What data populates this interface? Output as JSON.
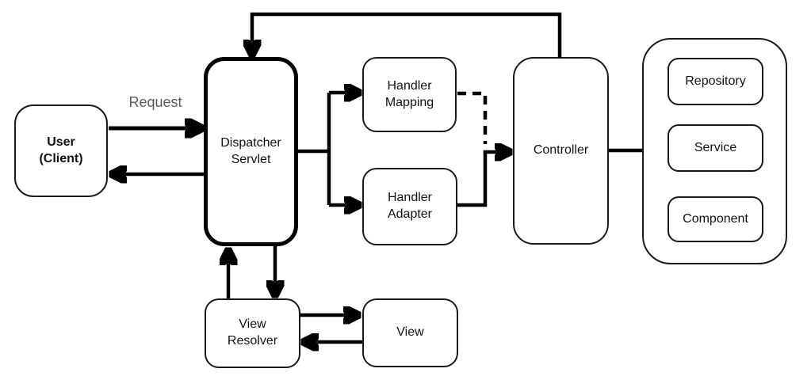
{
  "diagram": {
    "nodes": {
      "user": {
        "label": "User\n(Client)"
      },
      "dispatcher_servlet": {
        "label": "Dispatcher\nServlet"
      },
      "handler_mapping": {
        "label": "Handler\nMapping"
      },
      "handler_adapter": {
        "label": "Handler\nAdapter"
      },
      "controller": {
        "label": "Controller"
      },
      "repository": {
        "label": "Repository"
      },
      "service": {
        "label": "Service"
      },
      "component": {
        "label": "Component"
      },
      "view_resolver": {
        "label": "View\nResolver"
      },
      "view": {
        "label": "View"
      }
    },
    "edge_labels": {
      "request": "Request"
    },
    "colors": {
      "request_arrow": "#2de63c",
      "request_label_text": "#595959",
      "connector": "#000000",
      "node_border": "#1a1a1a",
      "background": "#ffffff"
    }
  }
}
